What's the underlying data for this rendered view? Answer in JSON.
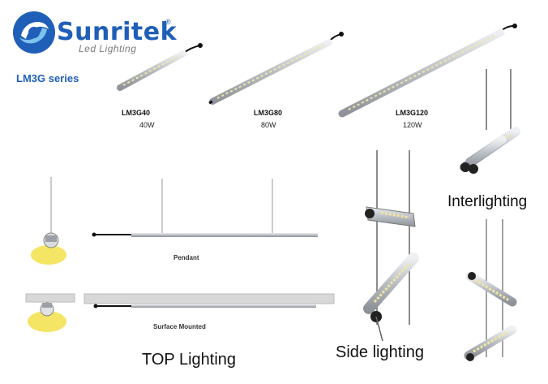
{
  "brand": {
    "name": "Sunritek",
    "registered": "®",
    "tagline": "Led Lighting"
  },
  "series_label": "LM3G series",
  "products": [
    {
      "model": "LM3G40",
      "power": "40W"
    },
    {
      "model": "LM3G80",
      "power": "80W"
    },
    {
      "model": "LM3G120",
      "power": "120W"
    }
  ],
  "mounting": {
    "pendant": "Pendant",
    "surface": "Surface Mounted"
  },
  "sections": {
    "top": "TOP Lighting",
    "side": "Side lighting",
    "inter": "Interlighting"
  },
  "colors": {
    "brand_blue": "#1f5fb8",
    "light_glow": "#f3e04a",
    "fixture_silver": "#c9ccd0"
  }
}
